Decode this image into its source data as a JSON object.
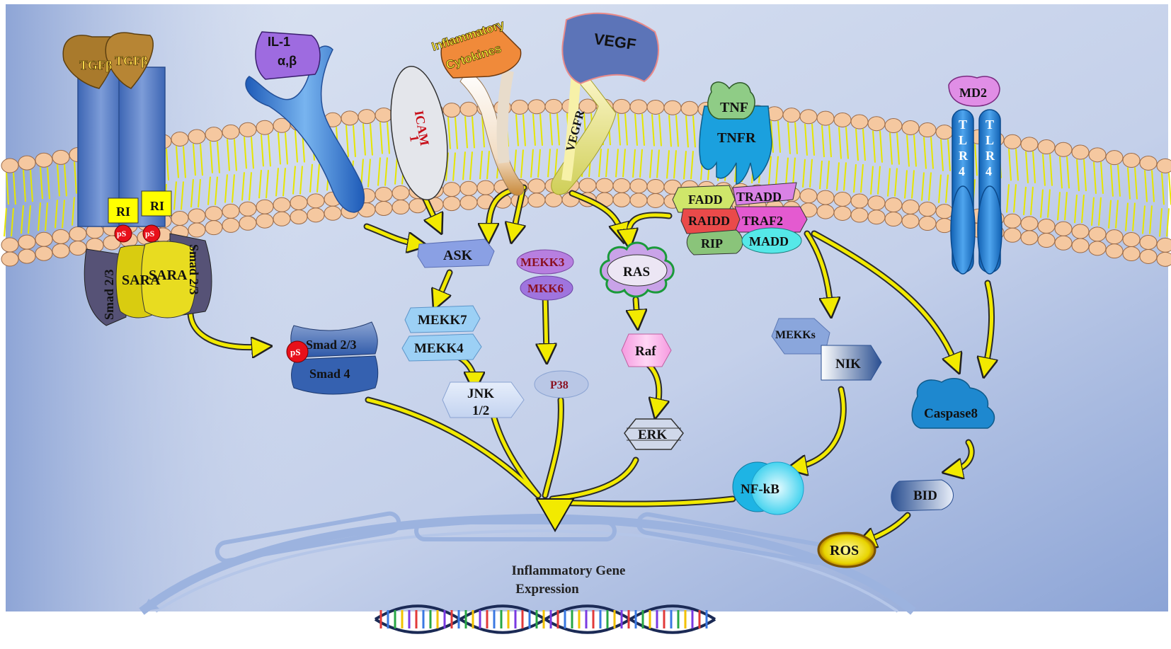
{
  "labels": {
    "tgfb_left": "TGFβ",
    "tgfb_right": "TGFβ",
    "ri_left": "RI",
    "ri_right": "RI",
    "ps_left": "pS",
    "ps_right": "pS",
    "smad23_left": "Smad 2/3",
    "smad23_right": "Smad 2/3",
    "sara_left": "SARA",
    "sara_right": "SARA",
    "il1": "IL-1",
    "il1_ab": "α,β",
    "icam": "ICAM",
    "icam_num": "1",
    "inflam_cyto_1": "Inflammatory",
    "inflam_cyto_2": "Cytokines",
    "vegf": "VEGF",
    "vegfr": "VEGFR",
    "tnf": "TNF",
    "tnfr": "TNFR",
    "fadd": "FADD",
    "tradd": "TRADD",
    "raidd": "RAIDD",
    "traf2": "TRAF2",
    "rip": "RIP",
    "madd": "MADD",
    "md2": "MD2",
    "tlr_letters": [
      "T",
      "L",
      "R",
      "4"
    ],
    "ask": "ASK",
    "mekk3": "MEKK3",
    "mkk6": "MKK6",
    "ras": "RAS",
    "mekk7": "MEKK7",
    "mekk4": "MEKK4",
    "jnk_1": "JNK",
    "jnk_2": "1/2",
    "p38": "P38",
    "raf": "Raf",
    "erk": "ERK",
    "smad_ps": "pS",
    "smad23_complex": "Smad 2/3",
    "smad4": "Smad 4",
    "mekks": "MEKKs",
    "nik": "NIK",
    "caspase8": "Caspase8",
    "nfkb": "NF-kB",
    "bid": "BID",
    "ros": "ROS",
    "gene_expr_1": "Inflammatory Gene",
    "gene_expr_2": "Expression"
  },
  "colors": {
    "background_top": "#d3ddee",
    "background_bottom": "#8fa6d6",
    "lipid_head": "#f5c8a0",
    "lipid_tail": "#e6e600",
    "arrow": "#f2ea00",
    "receptor_blue": "#4d79c7",
    "nucleus_line": "#9ab0dc"
  }
}
